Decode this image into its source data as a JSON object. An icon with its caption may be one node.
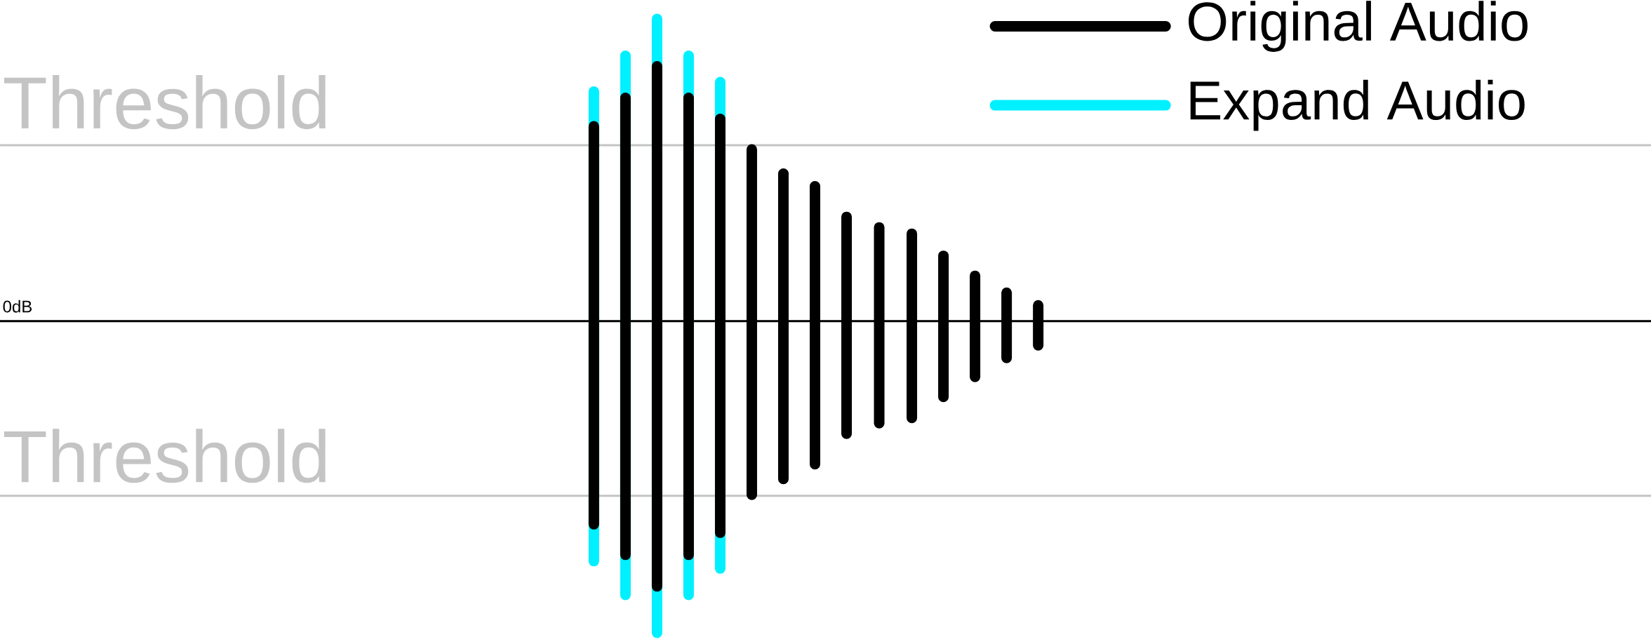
{
  "diagram": {
    "labels": [
      "Threshold",
      "0dB",
      "Threshold"
    ],
    "legend": [
      {
        "text": "Original Audio"
      },
      {
        "text": "Expand Audio"
      }
    ]
  }
}
